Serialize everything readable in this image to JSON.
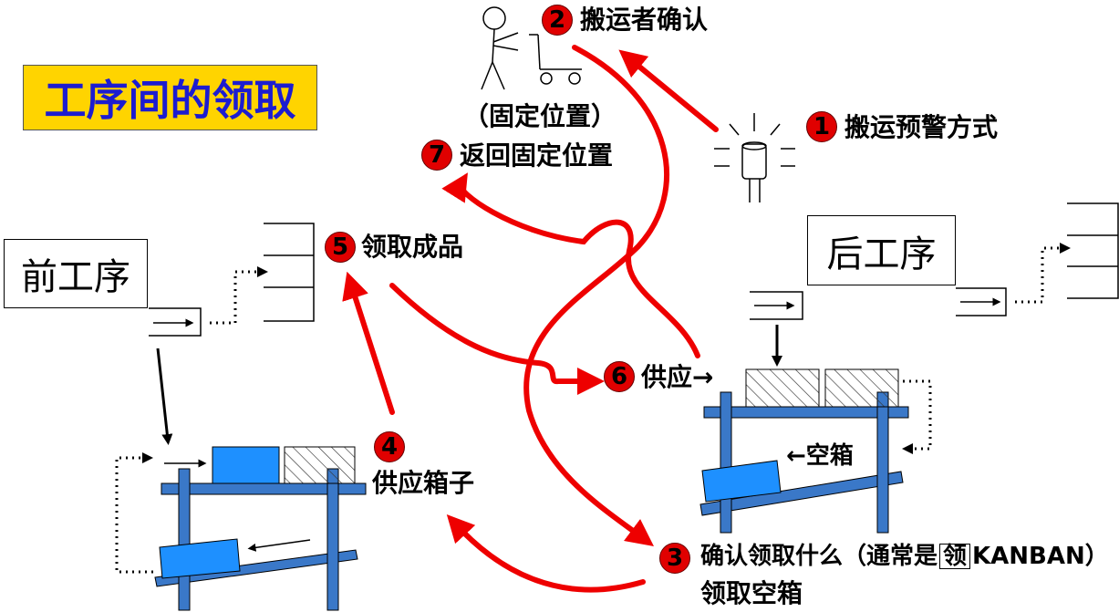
{
  "title": "工序间的领取",
  "processes": {
    "previous": "前工序",
    "next": "后工序"
  },
  "operator_position": "（固定位置）",
  "steps": [
    {
      "number": "1",
      "label": "搬运预警方式"
    },
    {
      "number": "2",
      "label": "搬运者确认"
    },
    {
      "number": "3",
      "label_prefix": "确认领取什么（通常是",
      "kanban_char": "领",
      "label_suffix": "KANBAN）",
      "label_line2": "领取空箱"
    },
    {
      "number": "4",
      "label": "供应箱子"
    },
    {
      "number": "5",
      "label": "领取成品"
    },
    {
      "number": "6",
      "label": "供应→"
    },
    {
      "number": "7",
      "label": "返回固定位置"
    }
  ],
  "empty_box_label": "←空箱",
  "colors": {
    "arrow_red": "#ee0000",
    "box_blue": "#1e90ff",
    "shelf_blue": "#3a78c8",
    "title_bg": "#ffd400",
    "title_text": "#1c1cd0"
  },
  "icons": [
    "person-icon",
    "cart-icon",
    "warning-light-icon"
  ]
}
